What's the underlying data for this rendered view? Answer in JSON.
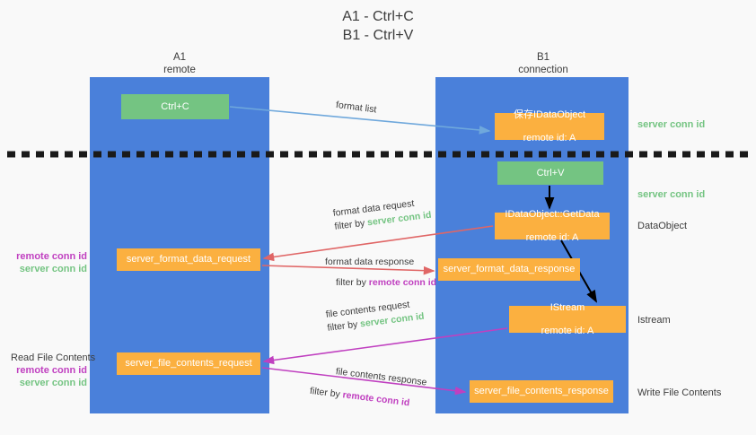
{
  "title": {
    "line1": "A1 - Ctrl+C",
    "line2": "B1 - Ctrl+V"
  },
  "colors": {
    "panel_blue": "#4a80da",
    "node_green": "#74c482",
    "node_orange": "#fbb040",
    "label_green": "#74c482",
    "label_purple": "#c040c0",
    "arrow_lightblue": "#6fa8dc",
    "arrow_red": "#e06666",
    "arrow_magenta": "#c040c0",
    "arrow_black": "#000000",
    "background": "#f9f9f9",
    "text_dark": "#3c3c3c"
  },
  "columns": [
    {
      "name": "A1",
      "sub": "remote"
    },
    {
      "name": "B1",
      "sub": "connection"
    }
  ],
  "nodes": {
    "ctrl_c": {
      "label": "Ctrl+C",
      "color": "green"
    },
    "idataobject": {
      "line1": "保存IDataObject",
      "line2": "remote id: A",
      "color": "orange"
    },
    "ctrl_v": {
      "label": "Ctrl+V",
      "color": "green"
    },
    "getdata": {
      "line1": "IDataObject::GetData",
      "line2": "remote id: A",
      "color": "orange"
    },
    "format_data_request": {
      "label": "server_format_data_request",
      "color": "orange"
    },
    "format_data_response": {
      "label": "server_format_data_response",
      "color": "orange"
    },
    "istream": {
      "line1": "IStream",
      "line2": "remote id: A",
      "color": "orange"
    },
    "file_contents_request": {
      "label": "server_file_contents_request",
      "color": "orange"
    },
    "file_contents_response": {
      "label": "server_file_contents_response",
      "color": "orange"
    }
  },
  "edges": {
    "format_list": {
      "label": "format list"
    },
    "format_data_request": {
      "line1": "format data request",
      "filter_prefix": "filter by ",
      "filter_value": "server conn id",
      "filter_color": "green"
    },
    "format_data_response": {
      "line1": "format data response",
      "filter_prefix": "filter by ",
      "filter_value": "remote conn id",
      "filter_color": "purple"
    },
    "file_contents_request": {
      "line1": "file contents request",
      "filter_prefix": "filter by ",
      "filter_value": "server conn id",
      "filter_color": "green"
    },
    "file_contents_response": {
      "line1": "file contents response",
      "filter_prefix": "filter by ",
      "filter_value": "remote conn id",
      "filter_color": "purple"
    }
  },
  "annotations": {
    "server_conn_id_top": "server conn id",
    "server_conn_id_mid": "server conn id",
    "dataobject": "DataObject",
    "istream": "Istream",
    "write_file_contents": "Write File Contents",
    "read_file_contents": "Read File Contents",
    "left_remote_conn_id_1": "remote conn id",
    "left_server_conn_id_1": "server conn id",
    "left_remote_conn_id_2": "remote conn id",
    "left_server_conn_id_2": "server conn id"
  },
  "divider": {
    "name": "dashed-separator"
  }
}
